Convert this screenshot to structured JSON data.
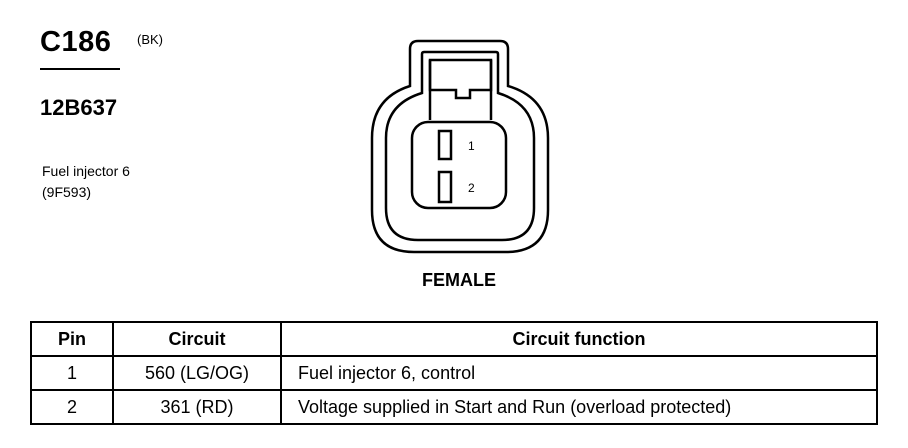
{
  "connector": {
    "id": "C186",
    "color_code": "(BK)",
    "part_number": "12B637",
    "component_name": "Fuel injector 6",
    "component_code": "(9F593)",
    "gender": "FEMALE",
    "pin_labels": [
      "1",
      "2"
    ]
  },
  "table": {
    "headers": [
      "Pin",
      "Circuit",
      "Circuit function"
    ],
    "rows": [
      {
        "pin": "1",
        "circuit": "560 (LG/OG)",
        "function": "Fuel injector 6, control"
      },
      {
        "pin": "2",
        "circuit": "361 (RD)",
        "function": "Voltage supplied in Start and Run (overload protected)"
      }
    ]
  }
}
